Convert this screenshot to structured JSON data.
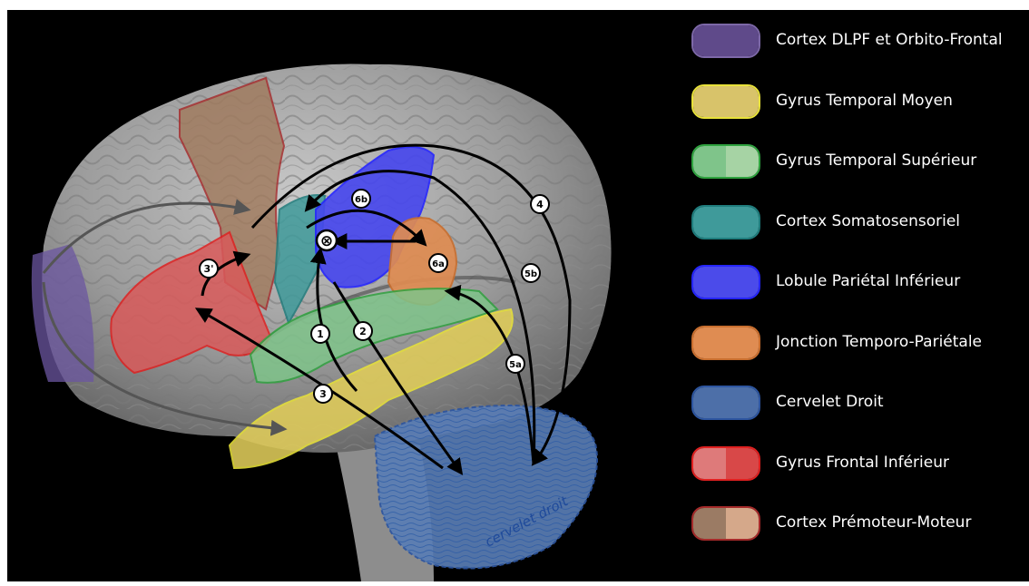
{
  "legend": {
    "items": [
      {
        "label": "Cortex DLPF et Orbito-Frontal",
        "fill": "#5f4a8a",
        "fill2": "#5f4a8a",
        "border": "#7d68a8"
      },
      {
        "label": "Gyrus Temporal Moyen",
        "fill": "#d8c36a",
        "fill2": "#d8c36a",
        "border": "#e8e23a"
      },
      {
        "label": "Gyrus Temporal Supérieur",
        "fill": "#7fc48a",
        "fill2": "#a6d3a4",
        "border": "#2fa33f"
      },
      {
        "label": "Cortex Somatosensoriel",
        "fill": "#3f9a9a",
        "fill2": "#3f9a9a",
        "border": "#1f7c7c"
      },
      {
        "label": "Lobule Pariétal Inférieur",
        "fill": "#4b4bea",
        "fill2": "#4b4bea",
        "border": "#2525ff"
      },
      {
        "label": "Jonction Temporo-Pariétale",
        "fill": "#df8c52",
        "fill2": "#df8c52",
        "border": "#c96f2f"
      },
      {
        "label": "Cervelet Droit",
        "fill": "#4d6fa8",
        "fill2": "#4d6fa8",
        "border": "#2d55a0"
      },
      {
        "label": "Gyrus Frontal Inférieur",
        "fill": "#de7a7a",
        "fill2": "#d84848",
        "border": "#e02020"
      },
      {
        "label": "Cortex Prémoteur-Moteur",
        "fill": "#9b7b64",
        "fill2": "#d5a88a",
        "border": "#a52a2a"
      }
    ]
  },
  "figure": {
    "cerebellum_label": "cervelet droit",
    "pathway_markers": [
      "1",
      "2",
      "3",
      "3'",
      "4",
      "5b",
      "5a",
      "6b",
      "6a"
    ],
    "integration_marker": "⊗"
  }
}
